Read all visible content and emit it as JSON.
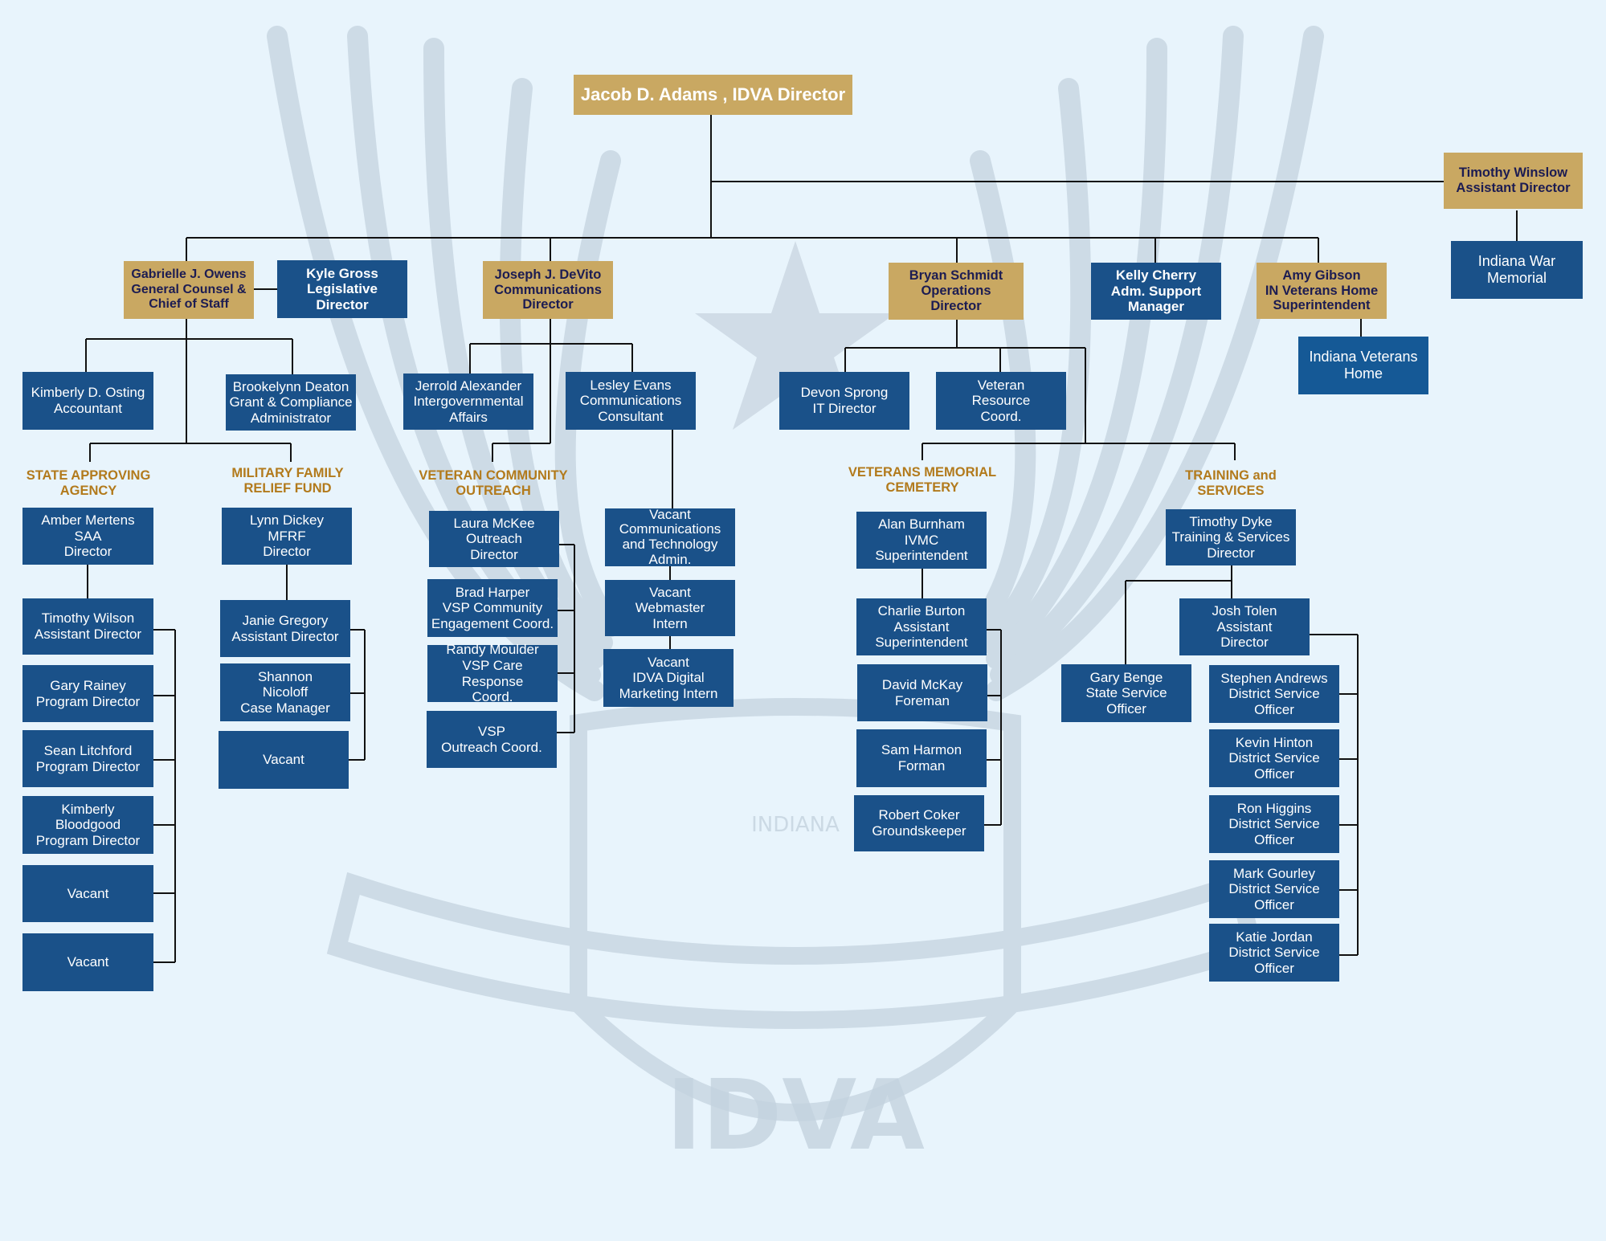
{
  "director": "Jacob D. Adams , IDVA Director",
  "watermark_text": "IDVA",
  "watermark_arc": "INDIANA",
  "assistant_director": "Timothy Winslow\nAssistant Director",
  "indiana_war_memorial": "Indiana War\nMemorial",
  "general_counsel": "Gabrielle J. Owens\nGeneral Counsel &\nChief of Staff",
  "legislative_director": "Kyle Gross\nLegislative\nDirector",
  "communications_director": "Joseph J. DeVito\nCommunications\nDirector",
  "operations_director": "Bryan Schmidt\nOperations\nDirector",
  "adm_support": "Kelly Cherry\nAdm. Support\nManager",
  "veterans_home_superintendent": "Amy Gibson\nIN Veterans Home\nSuperintendent",
  "indiana_veterans_home": "Indiana Veterans\nHome",
  "accountant": "Kimberly D. Osting\nAccountant",
  "grant_admin": "Brookelynn Deaton\nGrant & Compliance\nAdministrator",
  "intergov": "Jerrold Alexander\nIntergovernmental\nAffairs",
  "comms_consultant": "Lesley Evans\nCommunications\nConsultant",
  "it_director": "Devon Sprong\nIT Director",
  "veteran_resource": "Veteran\nResource\nCoord.",
  "sections": {
    "saa": "STATE APPROVING\nAGENCY",
    "mfrf": "MILITARY FAMILY\nRELIEF FUND",
    "vco": "VETERAN COMMUNITY\nOUTREACH",
    "vmc": "VETERANS MEMORIAL\nCEMETERY",
    "tas": "TRAINING and\nSERVICES"
  },
  "saa_staff": [
    "Amber Mertens\nSAA\nDirector",
    "Timothy Wilson\nAssistant Director",
    "Gary Rainey\nProgram Director",
    "Sean Litchford\nProgram Director",
    "Kimberly\nBloodgood\nProgram Director",
    "Vacant",
    "Vacant"
  ],
  "mfrf_staff": [
    "Lynn Dickey\nMFRF\nDirector",
    "Janie Gregory\nAssistant Director",
    "Shannon\nNicoloff\nCase Manager",
    "Vacant"
  ],
  "vco_staff": [
    "Laura McKee\nOutreach\nDirector",
    "Brad Harper\nVSP Community\nEngagement Coord.",
    "Randy Moulder\nVSP Care Response\nCoord.",
    "VSP\nOutreach Coord."
  ],
  "comms_staff": [
    "Vacant\nCommunications\nand Technology\nAdmin.",
    "Vacant\nWebmaster\nIntern",
    "Vacant\nIDVA Digital\nMarketing Intern"
  ],
  "vmc_staff": [
    "Alan Burnham\nIVMC\nSuperintendent",
    "Charlie Burton\nAssistant\nSuperintendent",
    "David McKay\nForeman",
    "Sam Harmon\nForman",
    "Robert Coker\nGroundskeeper"
  ],
  "tas_staff": [
    "Timothy Dyke\nTraining & Services\nDirector",
    "Josh Tolen\nAssistant\nDirector",
    "Gary Benge\nState Service\nOfficer",
    "Stephen Andrews\nDistrict Service\nOfficer",
    "Kevin Hinton\nDistrict Service\nOfficer",
    "Ron Higgins\nDistrict Service\nOfficer",
    "Mark Gourley\nDistrict Service\nOfficer",
    "Katie Jordan\nDistrict Service\nOfficer"
  ],
  "colors": {
    "background": "#e8f4fc",
    "box_blue": "#1a5189",
    "box_gold": "#c9a862",
    "section_gold": "#b27a1c",
    "gold_text": "#1c1c52",
    "connector": "#111111",
    "watermark": "#c4d3df"
  }
}
